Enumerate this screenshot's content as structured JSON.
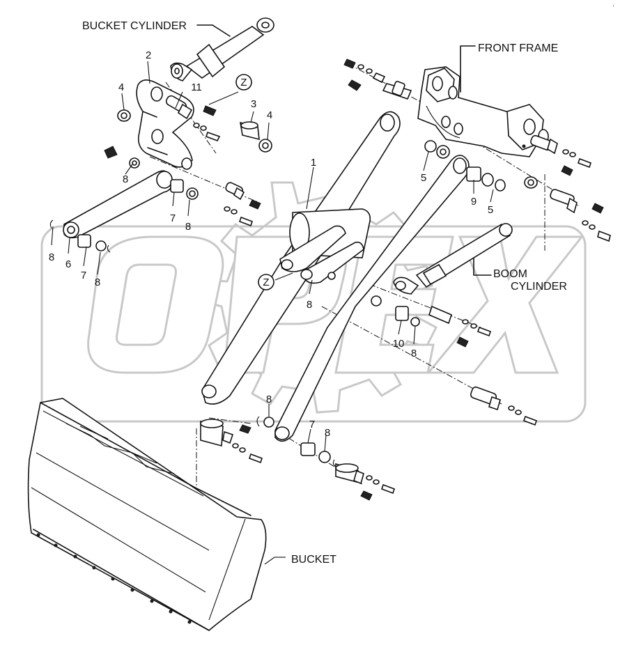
{
  "labels": {
    "bucket_cylinder": "BUCKET CYLINDER",
    "front_frame": "FRONT FRAME",
    "boom_cylinder_line1": "BOOM",
    "boom_cylinder_line2": "CYLINDER",
    "bucket": "BUCKET",
    "detail_callout": "Z",
    "corner_mark": "r"
  },
  "watermark": {
    "text": "OPEX",
    "color": "#c8c8c8"
  },
  "part_numbers": {
    "p1": "1",
    "p2": "2",
    "p3": "3",
    "p4a": "4",
    "p4b": "4",
    "p5a": "5",
    "p5b": "5",
    "p6": "6",
    "p7a": "7",
    "p7b": "7",
    "p7c": "7",
    "p8a": "8",
    "p8b": "8",
    "p8c": "8",
    "p8d": "8",
    "p8e": "8",
    "p8f": "8",
    "p8g": "8",
    "p8h": "8",
    "p9": "9",
    "p10": "10",
    "p11": "11"
  },
  "colors": {
    "line": "#111111",
    "background": "#ffffff"
  }
}
